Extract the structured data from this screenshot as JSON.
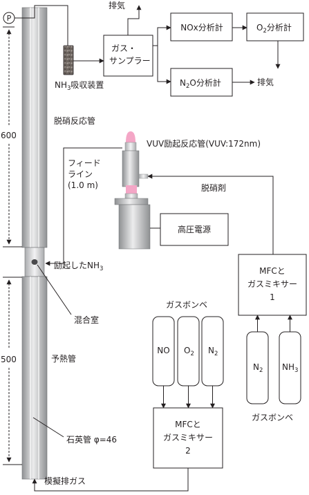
{
  "labels": {
    "pump": "P",
    "exhaust_top": "排気",
    "gas_sampler_line1": "ガス・",
    "gas_sampler_line2": "サンプラー",
    "nox_analyzer": "NOx分析計",
    "o2_analyzer_base": "O",
    "o2_analyzer_sub": "2",
    "o2_analyzer_rest": "分析計",
    "n2o_analyzer_base": "N",
    "n2o_analyzer_sub": "2",
    "n2o_analyzer_rest": "O分析計",
    "exhaust_right": "排気",
    "nh3_absorber_base": "NH",
    "nh3_absorber_sub": "3",
    "nh3_absorber_rest": "吸収装置",
    "denitration_tube": "脱硝反応管",
    "dim_600": "600",
    "vuv_reactor": "VUV励起反応管(VUV:172nm)",
    "feed_line_1": "フィード",
    "feed_line_2": "ライン",
    "feed_line_3": "(1.0 m)",
    "denitration_agent": "脱硝剤",
    "hv_power": "高圧電源",
    "excited_nh3_base": "励起したNH",
    "excited_nh3_sub": "3",
    "mfc1_line1": "MFCと",
    "mfc1_line2": "ガスミキサー",
    "mfc1_line3": "1",
    "mixing_chamber": "混合室",
    "gas_cylinder_top": "ガスボンベ",
    "dim_500": "500",
    "preheat_tube": "予熱管",
    "cyl_no": "NO",
    "cyl_o2_base": "O",
    "cyl_o2_sub": "2",
    "cyl_n2_base": "N",
    "cyl_n2_sub": "2",
    "cyl2_n2_base": "N",
    "cyl2_n2_sub": "2",
    "cyl2_nh3_base": "NH",
    "cyl2_nh3_sub": "3",
    "gas_cylinder_right": "ガスボンベ",
    "mfc2_line1": "MFCと",
    "mfc2_line2": "ガスミキサー",
    "mfc2_line3": "2",
    "quartz_tube": "石英管 φ=46",
    "simulated_exhaust": "模擬排ガス"
  },
  "colors": {
    "line": "#231f20",
    "tube_mid": "#b9bbbd",
    "tube_light": "#ececed",
    "tube_dark": "#8f9193",
    "glow": "#f4a6c6",
    "absorber": "#6d6560"
  }
}
